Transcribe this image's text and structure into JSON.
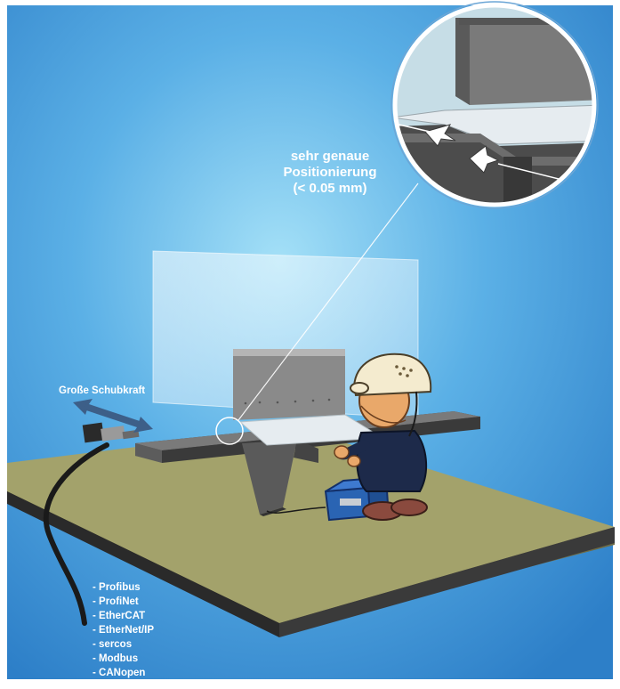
{
  "callout": {
    "line1": "sehr genaue",
    "line2": "Positionierung",
    "line3": "(< 0.05 mm)"
  },
  "force_label": "Große Schubkraft",
  "protocols": [
    "- Profibus",
    "- ProfiNet",
    "- EtherCAT",
    "- EtherNet/IP",
    "- sercos",
    "- Modbus",
    "- CANopen"
  ],
  "colors": {
    "sky_top": "#2f86cf",
    "sky_glow": "#9fdcf6",
    "floor": "#a3a26b",
    "floor_edge": "#2a2a2a",
    "rail": "#5c5c5c",
    "helmet": "#f4ebcf",
    "jacket": "#1d2a4a",
    "pedal": "#2a64b3",
    "shoes": "#8a4a3e",
    "text": "#ffffff"
  },
  "icons": [
    "magnifier-callout",
    "worker-figure",
    "foot-pedal",
    "linear-actuator",
    "cable",
    "double-arrow"
  ]
}
